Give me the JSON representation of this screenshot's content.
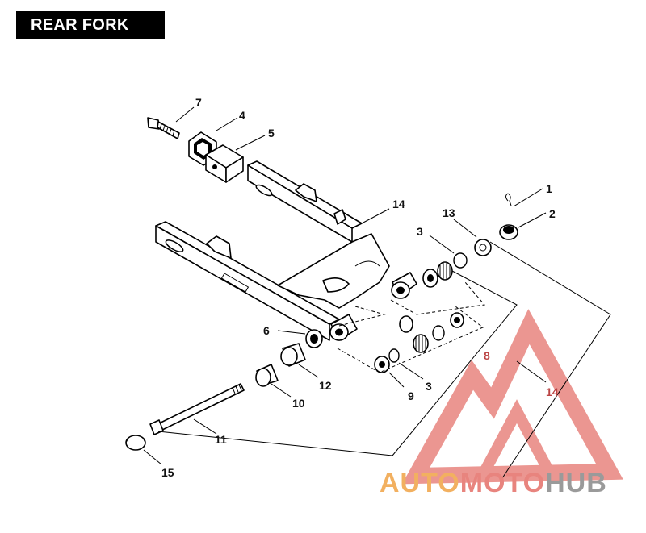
{
  "title": "REAR FORK",
  "callouts": {
    "c1": "1",
    "c2": "2",
    "c3a": "3",
    "c3b": "3",
    "c4": "4",
    "c5": "5",
    "c6": "6",
    "c7": "7",
    "c8": "8",
    "c9": "9",
    "c10": "10",
    "c11": "11",
    "c12": "12",
    "c13": "13",
    "c14a": "14",
    "c14b": "14",
    "c15": "15"
  },
  "watermark": {
    "auto": "AUTO",
    "moto": "MOTO",
    "hub": "HUB"
  },
  "colors": {
    "watermark_red": "#e8847e",
    "watermark_orange": "#f2b060",
    "watermark_gray": "#9a9a9a"
  }
}
